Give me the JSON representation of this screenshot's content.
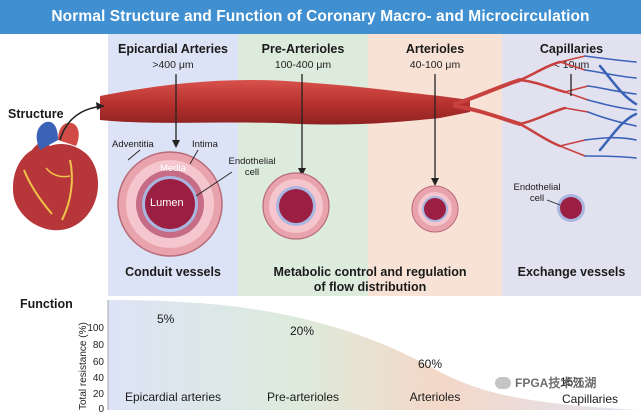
{
  "header": {
    "title": "Normal Structure and Function of Coronary Macro- and Microcirculation"
  },
  "columns": [
    {
      "title": "Epicardial Arteries",
      "size": ">400 μm",
      "bg": "#dde3f6"
    },
    {
      "title": "Pre-Arterioles",
      "size": "100-400 μm",
      "bg": "#dcebdc"
    },
    {
      "title": "Arterioles",
      "size": "40-100 μm",
      "bg": "#f8e2d6"
    },
    {
      "title": "Capillaries",
      "size": "< 10μm",
      "bg": "#e2e1f0"
    }
  ],
  "structure_label": "Structure",
  "layer_labels": {
    "adventitia": "Adventitia",
    "intima": "Intima",
    "media": "Media",
    "endothelial_cell": "Endothelial cell",
    "lumen": "Lumen",
    "endothelial_cell_cap": "Endothelial cell"
  },
  "categories": {
    "conduit": "Conduit vessels",
    "metabolic_line1": "Metabolic control and regulation",
    "metabolic_line2": "of flow distribution",
    "exchange": "Exchange vessels"
  },
  "function_label": "Function",
  "resistance_chart": {
    "type": "area",
    "ylabel": "Total resistance (%)",
    "yticks": [
      "100",
      "80",
      "60",
      "40",
      "20",
      "0"
    ],
    "segments": [
      {
        "name": "Epicardial arteries",
        "resistance_pct": "5%"
      },
      {
        "name": "Pre-arterioles",
        "resistance_pct": "20%"
      },
      {
        "name": "Arterioles",
        "resistance_pct": "60%"
      },
      {
        "name": "Capillaries",
        "resistance_pct": "15%"
      }
    ]
  },
  "watermark": "FPGA技术江湖",
  "colors": {
    "header": "#3f8fd1",
    "vessel_red": "#c8413f",
    "vein_blue": "#3a63b8",
    "wall_pink": "#e9a3ad",
    "lumen": "#9b1e43"
  }
}
